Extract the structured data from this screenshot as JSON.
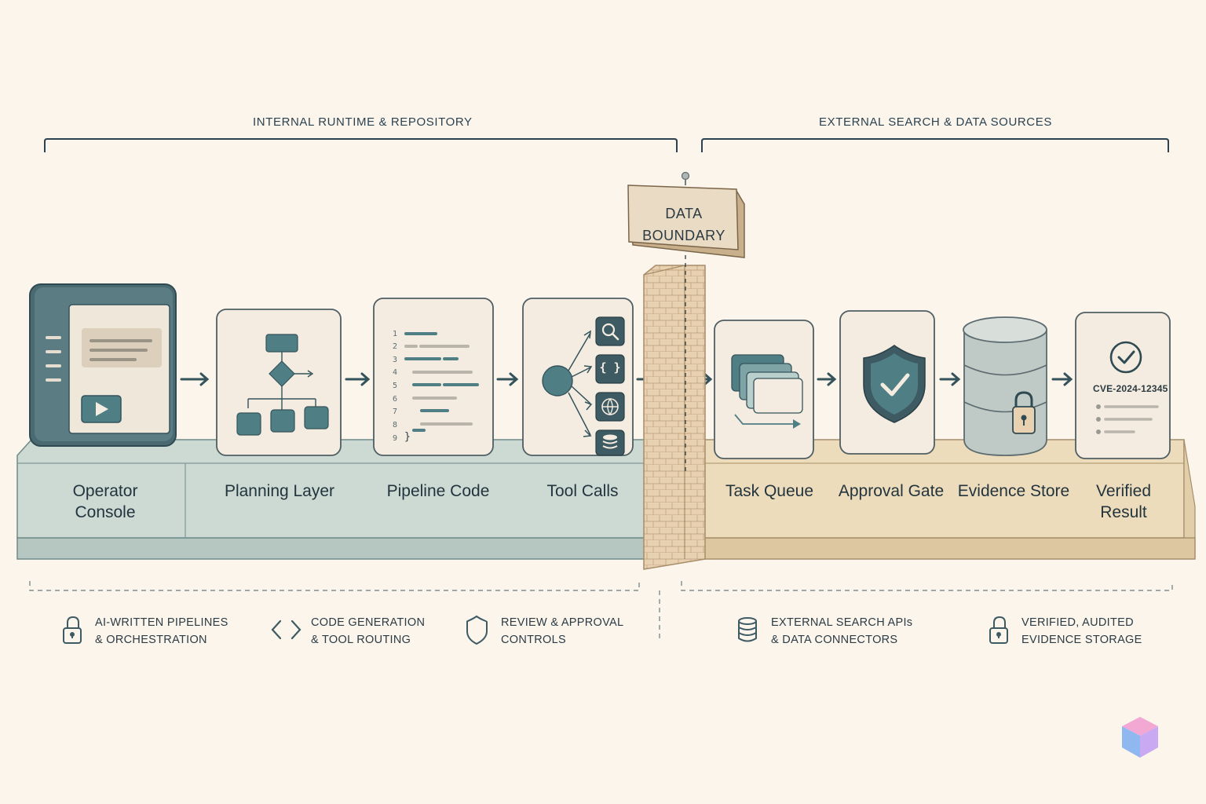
{
  "regions": {
    "internal_title": "INTERNAL RUNTIME & REPOSITORY",
    "external_title": "EXTERNAL SEARCH & DATA SOURCES"
  },
  "boundary": {
    "line1": "DATA",
    "line2": "BOUNDARY"
  },
  "stages": [
    {
      "line1": "Operator",
      "line2": "Console",
      "icon": "operator-console-icon"
    },
    {
      "line1": "Planning Layer",
      "line2": "",
      "icon": "flowchart-icon"
    },
    {
      "line1": "Pipeline Code",
      "line2": "",
      "icon": "code-editor-icon"
    },
    {
      "line1": "Tool Calls",
      "line2": "",
      "icon": "tool-router-icon"
    },
    {
      "line1": "Task Queue",
      "line2": "",
      "icon": "queue-stack-icon"
    },
    {
      "line1": "Approval Gate",
      "line2": "",
      "icon": "shield-check-icon"
    },
    {
      "line1": "Evidence Store",
      "line2": "",
      "icon": "database-lock-icon"
    },
    {
      "line1": "Verified",
      "line2": "Result",
      "icon": "verified-document-icon"
    }
  ],
  "code_lines": [
    "1",
    "2",
    "3",
    "4",
    "5",
    "6",
    "7",
    "8",
    "9"
  ],
  "code_brace": "}",
  "tool_glyph_braces": "{ }",
  "cve_id": "CVE-2024-12345",
  "legend": [
    {
      "line1": "AI-WRITTEN PIPELINES",
      "line2": "& ORCHESTRATION",
      "icon": "lock-icon"
    },
    {
      "line1": "CODE GENERATION",
      "line2": "& TOOL ROUTING",
      "icon": "code-brackets-icon"
    },
    {
      "line1": "REVIEW & APPROVAL",
      "line2": "CONTROLS",
      "icon": "shield-icon"
    },
    {
      "line1": "EXTERNAL SEARCH APIs",
      "line2": "& DATA CONNECTORS",
      "icon": "database-icon"
    },
    {
      "line1": "VERIFIED, AUDITED",
      "line2": "EVIDENCE STORAGE",
      "icon": "lock-icon"
    }
  ],
  "colors": {
    "background": "#fbf5ec",
    "internal_platform": "#cdd9d3",
    "external_platform": "#eddcbc",
    "teal": "#4f7f85",
    "dark_slate": "#3e5a63",
    "card": "#f4ece0",
    "wall": "#e7d1b0"
  }
}
